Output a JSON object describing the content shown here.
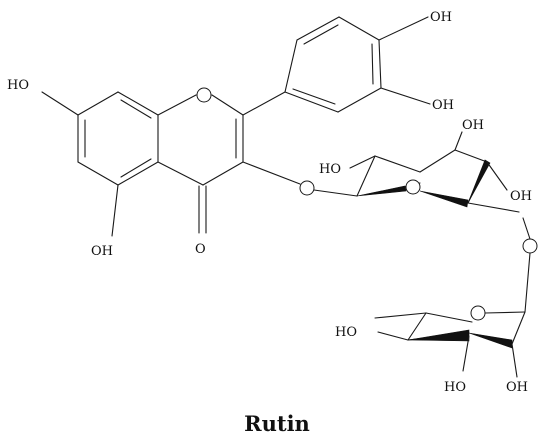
{
  "title": "Rutin",
  "labels": {
    "oh_b4": "OH",
    "oh_b3": "OH",
    "ho_7": "HO",
    "oh_5": "OH",
    "o_carbonyl": "O",
    "oh_g4": "OH",
    "ho_g3": "HO",
    "oh_g2": "OH",
    "ho_r4": "HO",
    "ho_r3": "HO",
    "oh_r2": "OH"
  }
}
